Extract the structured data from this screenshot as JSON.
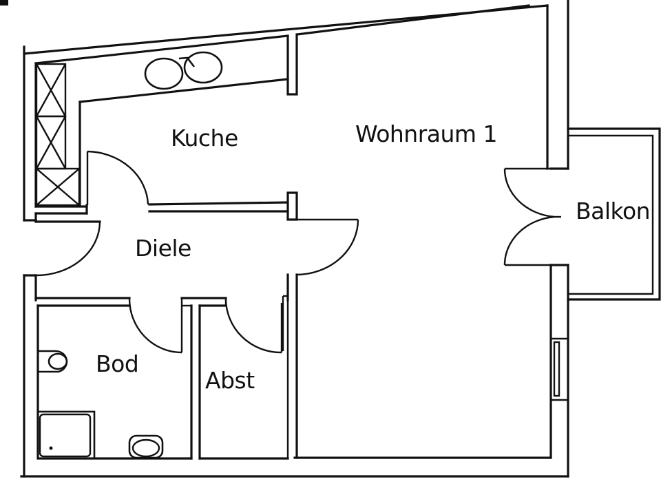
{
  "floor_plan": {
    "rooms": [
      {
        "id": "kueche",
        "label": "Kuche"
      },
      {
        "id": "wohnraum",
        "label": "Wohnraum 1"
      },
      {
        "id": "balkon",
        "label": "Balkon"
      },
      {
        "id": "diele",
        "label": "Diele"
      },
      {
        "id": "bad",
        "label": "Bod"
      },
      {
        "id": "abst",
        "label": "Abst"
      }
    ],
    "line_color": "#111111",
    "background_color": "#ffffff"
  }
}
